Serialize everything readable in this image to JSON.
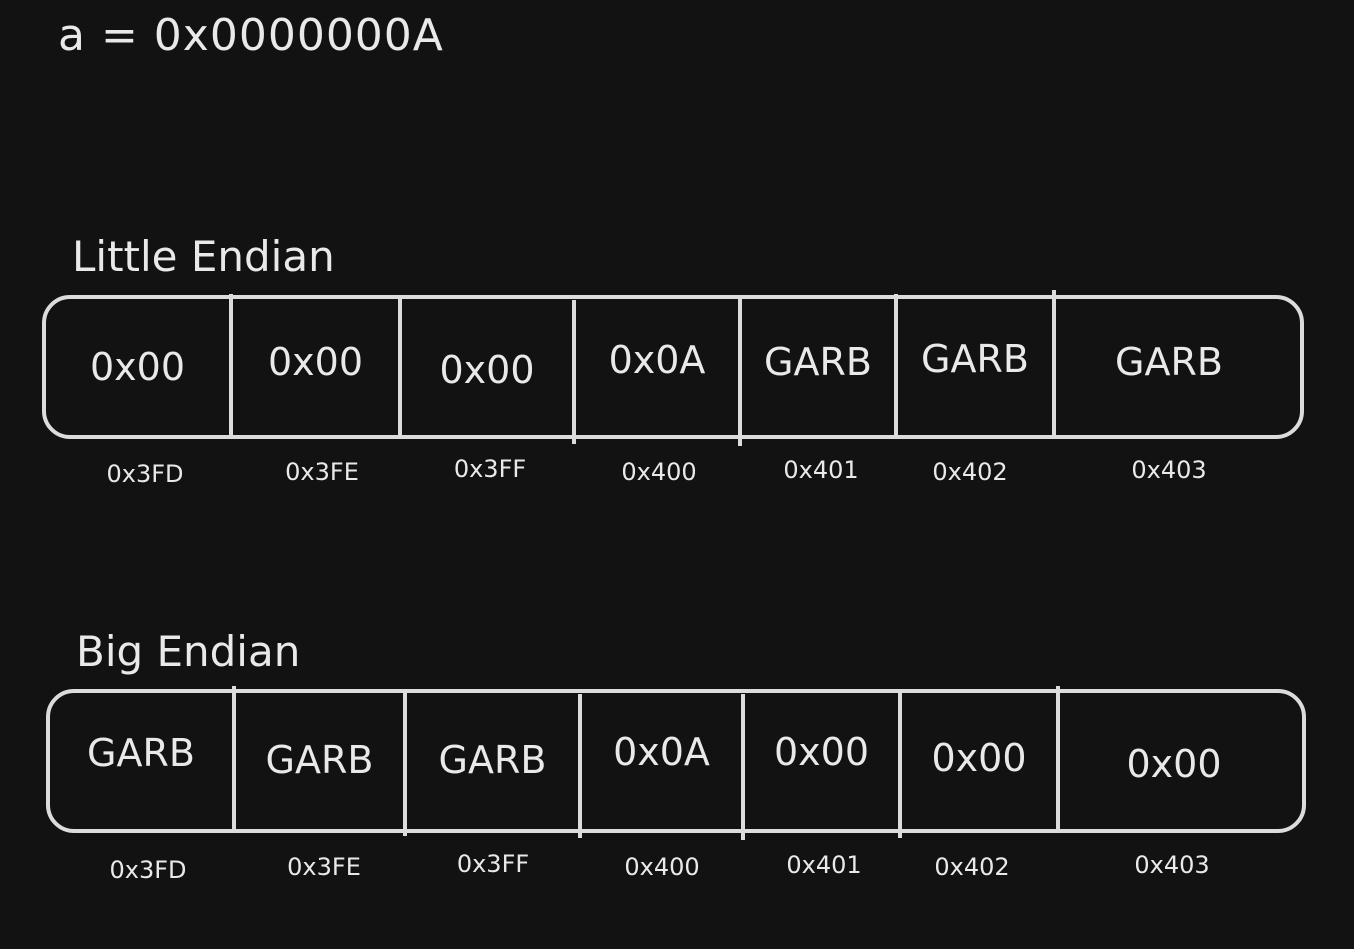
{
  "variable_label": "a = 0x0000000A",
  "colors": {
    "background": "#121212",
    "stroke": "#dcdcdc",
    "text": "#e9e9e9"
  },
  "little_endian": {
    "title": "Little Endian",
    "cells": [
      "0x00",
      "0x00",
      "0x00",
      "0x0A",
      "GARB",
      "GARB",
      "GARB"
    ],
    "addresses": [
      "0x3FD",
      "0x3FE",
      "0x3FF",
      "0x400",
      "0x401",
      "0x402",
      "0x403"
    ]
  },
  "big_endian": {
    "title": "Big Endian",
    "cells": [
      "GARB",
      "GARB",
      "GARB",
      "0x0A",
      "0x00",
      "0x00",
      "0x00"
    ],
    "addresses": [
      "0x3FD",
      "0x3FE",
      "0x3FF",
      "0x400",
      "0x401",
      "0x402",
      "0x403"
    ]
  }
}
